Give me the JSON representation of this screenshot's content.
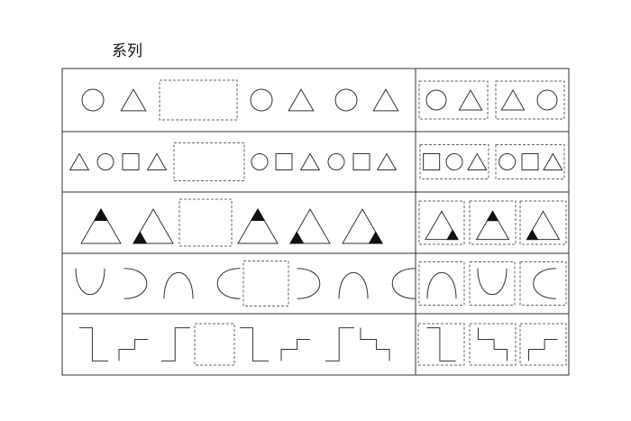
{
  "title": "系列",
  "colors": {
    "line": "#333333",
    "dash": "#666666",
    "fill": "#111111",
    "background": "#ffffff"
  },
  "rows": [
    {
      "sequence": [
        "circle",
        "triangle",
        "blank",
        "circle",
        "triangle",
        "circle",
        "triangle"
      ],
      "options": [
        [
          "circle",
          "triangle"
        ],
        [
          "triangle",
          "circle"
        ]
      ]
    },
    {
      "sequence": [
        "triangle",
        "circle",
        "square",
        "triangle",
        "blank",
        "circle",
        "square",
        "triangle",
        "circle",
        "square",
        "triangle"
      ],
      "options": [
        [
          "square",
          "circle",
          "triangle"
        ],
        [
          "circle",
          "square",
          "triangle"
        ]
      ]
    },
    {
      "sequence": [
        "triangle-top-black",
        "triangle-left-black",
        "blank",
        "triangle-top-black",
        "triangle-left-black",
        "triangle-right-black"
      ],
      "options": [
        "triangle-right-black",
        "triangle-top-black",
        "triangle-left-black"
      ]
    },
    {
      "sequence": [
        "arc-open-up",
        "arc-open-left",
        "arc-open-down",
        "arc-open-right",
        "blank",
        "arc-open-left",
        "arc-open-down",
        "arc-open-right"
      ],
      "options": [
        "arc-open-down",
        "arc-open-up",
        "arc-open-right"
      ]
    },
    {
      "sequence": [
        "step-a",
        "step-b",
        "step-c",
        "blank",
        "step-a",
        "step-b",
        "step-c",
        "step-d"
      ],
      "options": [
        "step-a",
        "step-d",
        "step-b"
      ]
    }
  ]
}
